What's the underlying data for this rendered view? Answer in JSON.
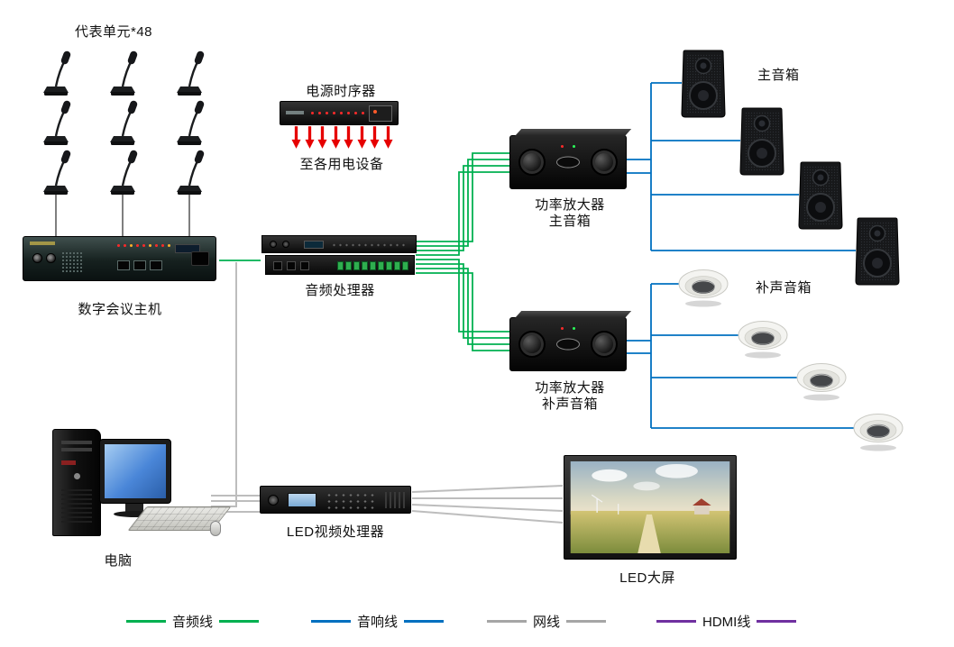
{
  "diagram": {
    "delegate_units_label": "代表单元*48",
    "power_sequencer_label": "电源时序器",
    "to_devices_label": "至各用电设备",
    "host_label": "数字会议主机",
    "audio_processor_label": "音频处理器",
    "amp_main": {
      "line1": "功率放大器",
      "line2": "主音箱"
    },
    "amp_fill": {
      "line1": "功率放大器",
      "line2": "补声音箱"
    },
    "main_speakers_label": "主音箱",
    "fill_speakers_label": "补声音箱",
    "computer_label": "电脑",
    "led_processor_label": "LED视频处理器",
    "led_screen_label": "LED大屏"
  },
  "legend": {
    "items": [
      {
        "label": "音频线",
        "color": "#00B050"
      },
      {
        "label": "音响线",
        "color": "#0070C0"
      },
      {
        "label": "网线",
        "color": "#A6A6A6"
      },
      {
        "label": "HDMI线",
        "color": "#7030A0"
      }
    ]
  },
  "line_colors": {
    "audio": "#00B050",
    "speaker": "#0070C0",
    "network": "#BDBDBD",
    "hdmi": "#7030A0",
    "power_arrow": "#E60000",
    "mic_link": "#555555"
  }
}
